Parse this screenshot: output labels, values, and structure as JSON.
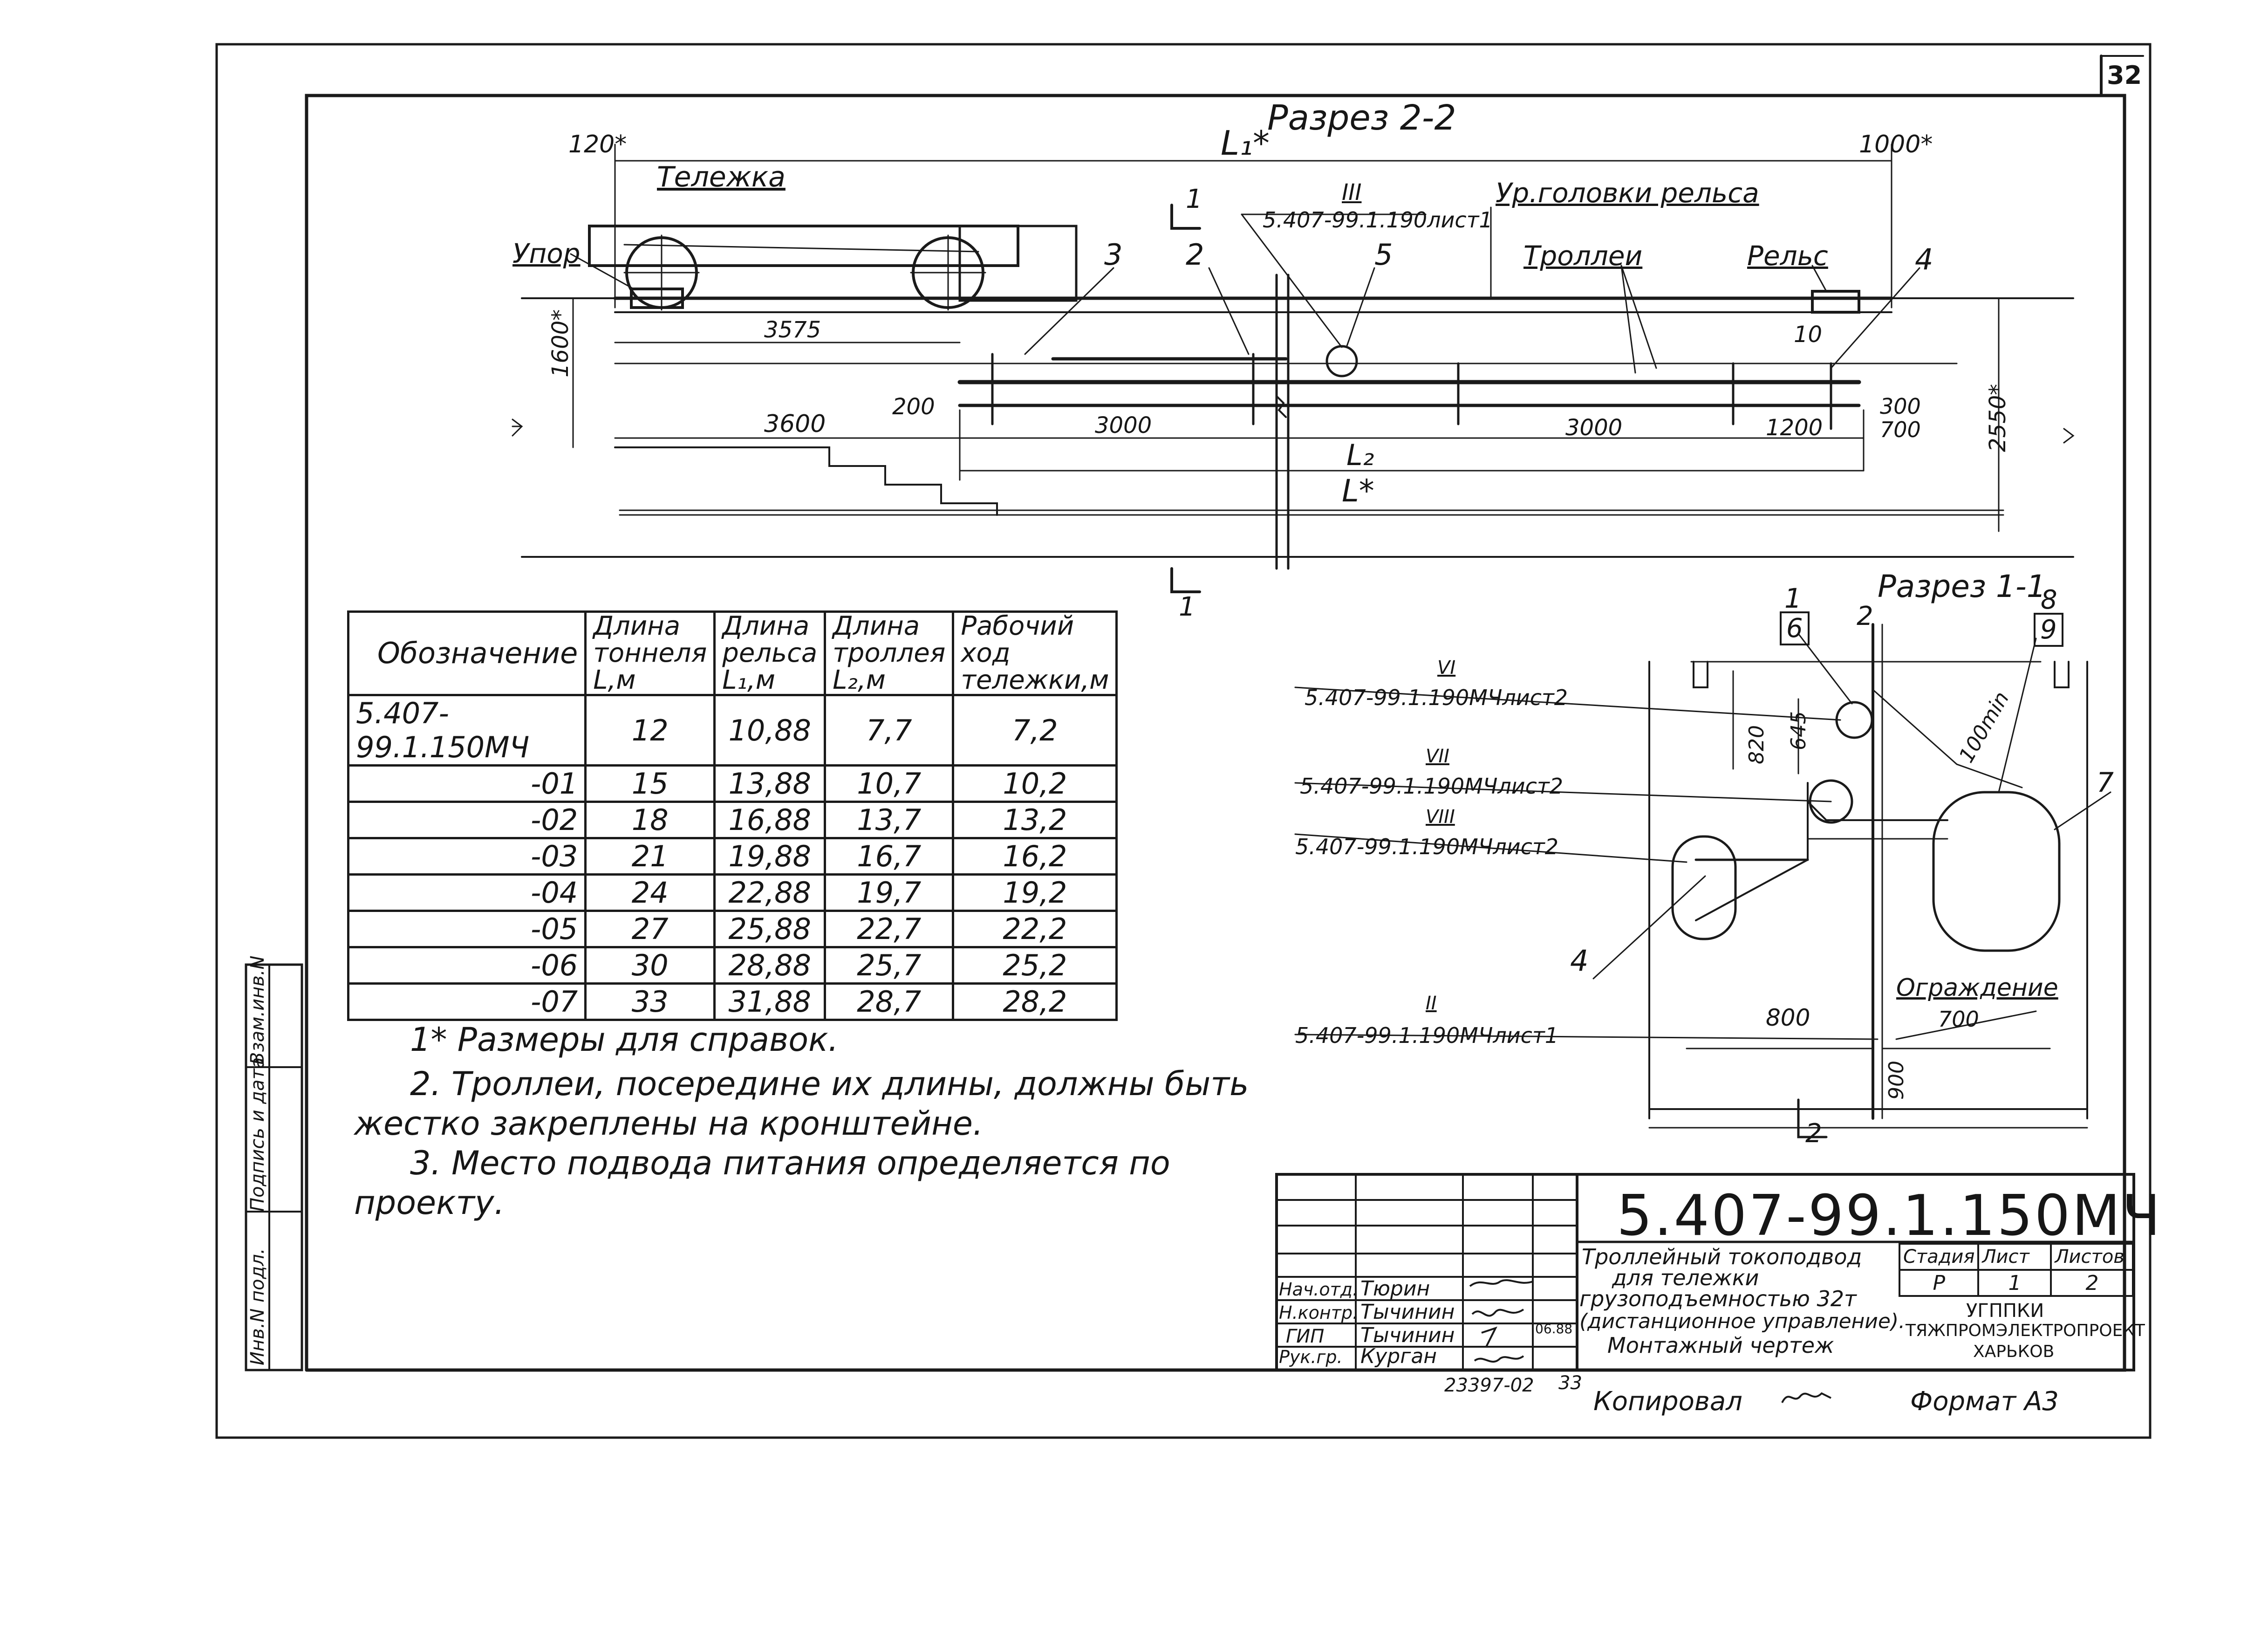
{
  "sheet": {
    "page_number": "32"
  },
  "section_2_2": {
    "title": "Разрез 2-2",
    "dims": {
      "top_left": "120*",
      "rail_length": "L₁*",
      "top_right": "1000*",
      "d3575": "3575",
      "d3600": "3600",
      "d200": "200",
      "d3000_a": "3000",
      "d3000_b": "3000",
      "d1200": "1200",
      "d300": "300",
      "d700": "700",
      "d10": "10",
      "trolley_length": "L₂",
      "tunnel_length": "L*",
      "h1600": "1600*",
      "h2550": "2550*"
    },
    "labels": {
      "cart": "Тележка",
      "stop": "Упор",
      "rail_level": "Ур.головки рельса",
      "trolleys": "Троллеи",
      "rail": "Рельс",
      "ref_roman": "III",
      "ref_sheet": "5.407-99.1.190лист1"
    },
    "cut_marks": [
      "1",
      "1"
    ],
    "positions": [
      "3",
      "2",
      "5",
      "4"
    ]
  },
  "section_1_1": {
    "title": "Разрез 1-1",
    "positions": [
      "1",
      "6",
      "2",
      "8",
      "9",
      "7",
      "4"
    ],
    "dims": {
      "h820": "820",
      "h645": "645",
      "min100": "100min",
      "w800": "800",
      "w700": "700",
      "h900": "900"
    },
    "fence_label": "Ограждение",
    "cut_mark": "2",
    "refs": [
      {
        "roman": "VI",
        "sheet": "5.407-99.1.190МЧлист2"
      },
      {
        "roman": "VII",
        "sheet": "5.407-99.1.190МЧлист2"
      },
      {
        "roman": "VIII",
        "sheet": "5.407-99.1.190МЧлист2"
      },
      {
        "roman": "II",
        "sheet": "5.407-99.1.190МЧлист1"
      }
    ]
  },
  "spec_table": {
    "headers": [
      "Обозначение",
      "Длина тоннеля L,м",
      "Длина рельса L₁,м",
      "Длина троллея L₂,м",
      "Рабочий ход тележки,м"
    ],
    "rows": [
      [
        "5.407-99.1.150МЧ",
        "12",
        "10,88",
        "7,7",
        "7,2"
      ],
      [
        "-01",
        "15",
        "13,88",
        "10,7",
        "10,2"
      ],
      [
        "-02",
        "18",
        "16,88",
        "13,7",
        "13,2"
      ],
      [
        "-03",
        "21",
        "19,88",
        "16,7",
        "16,2"
      ],
      [
        "-04",
        "24",
        "22,88",
        "19,7",
        "19,2"
      ],
      [
        "-05",
        "27",
        "25,88",
        "22,7",
        "22,2"
      ],
      [
        "-06",
        "30",
        "28,88",
        "25,7",
        "25,2"
      ],
      [
        "-07",
        "33",
        "31,88",
        "28,7",
        "28,2"
      ]
    ]
  },
  "notes": [
    "1* Размеры для справок.",
    "2. Троллеи, посередине их длины, должны быть",
    "жестко закреплены на кронштейне.",
    "3. Место подвода питания определяется по",
    "проекту."
  ],
  "left_stamp": [
    "Инв.N подл.",
    "Подпись и дата",
    "Взам.инв.N"
  ],
  "title_block": {
    "code": "5.407-99.1.150МЧ",
    "description": [
      "Троллейный токоподвод",
      "для тележки",
      "грузоподъемностью 32т",
      "(дистанционное управление).",
      "Монтажный чертеж"
    ],
    "stage_header": "Стадия",
    "sheet_header": "Лист",
    "sheets_header": "Листов",
    "stage": "Р",
    "sheet": "1",
    "sheets": "2",
    "org": [
      "УГППКИ",
      "ТЯЖПРОМЭЛЕКТРОПРОЕКТ",
      "ХАРЬКОВ"
    ],
    "people": [
      {
        "role": "Нач.отд.",
        "name": "Тюрин"
      },
      {
        "role": "Н.контр.",
        "name": "Тычинин"
      },
      {
        "role": "ГИП",
        "name": "Тычинин"
      },
      {
        "role": "Рук.гр.",
        "name": "Курган"
      }
    ],
    "sign_date": "06.88"
  },
  "footer": {
    "inv": "23397-02",
    "inv_suffix": "33",
    "copied": "Копировал",
    "format": "Формат А3"
  }
}
